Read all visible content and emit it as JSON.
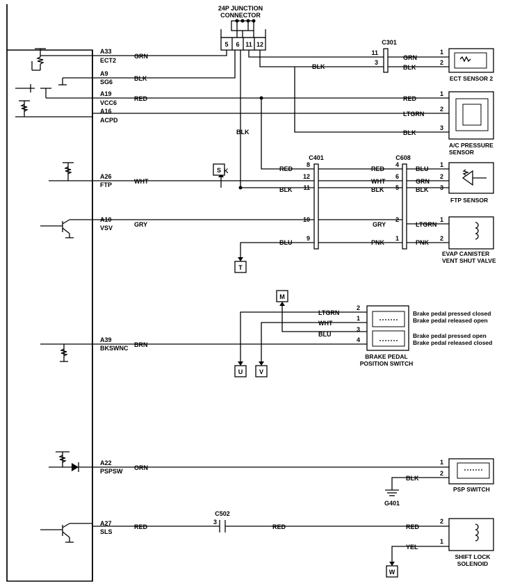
{
  "junction": {
    "title1": "24P JUNCTION",
    "title2": "CONNECTOR",
    "pins": [
      "5",
      "6",
      "11",
      "12"
    ]
  },
  "ecm": [
    {
      "pin": "A33",
      "name": "ECT2"
    },
    {
      "pin": "A9",
      "name": "SG6"
    },
    {
      "pin": "A19",
      "name": "VCC6"
    },
    {
      "pin": "A16",
      "name": "ACPD"
    },
    {
      "pin": "A26",
      "name": "FTP"
    },
    {
      "pin": "A10",
      "name": "VSV"
    },
    {
      "pin": "A39",
      "name": "BKSWNC"
    },
    {
      "pin": "A22",
      "name": "PSPSW"
    },
    {
      "pin": "A27",
      "name": "SLS"
    }
  ],
  "wire_colors": [
    "GRN",
    "BLK",
    "RED",
    "LTGRN",
    "WHT",
    "GRY",
    "BLU",
    "PNK",
    "BRN",
    "ORN",
    "YEL"
  ],
  "connectors": {
    "c301": {
      "name": "C301",
      "pins": [
        "11",
        "3"
      ]
    },
    "c401": {
      "name": "C401",
      "pins": [
        "8",
        "12",
        "11",
        "10",
        "9"
      ]
    },
    "c608": {
      "name": "C608",
      "pins": [
        "4",
        "6",
        "5",
        "2",
        "1"
      ]
    },
    "c502": {
      "name": "C502",
      "pins": [
        "3"
      ]
    }
  },
  "refs": [
    "S",
    "T",
    "M",
    "U",
    "V",
    "W"
  ],
  "ground": "G401",
  "components": {
    "ect": {
      "name": "ECT SENSOR 2",
      "pins": [
        "1",
        "2"
      ]
    },
    "acp": {
      "name1": "A/C PRESSURE",
      "name2": "SENSOR",
      "pins": [
        "1",
        "2",
        "3"
      ]
    },
    "ftp": {
      "name": "FTP SENSOR",
      "pins": [
        "1",
        "2",
        "3"
      ]
    },
    "evap": {
      "name1": "EVAP CANISTER",
      "name2": "VENT SHUT VALVE",
      "pins": [
        "1",
        "2"
      ]
    },
    "brake": {
      "name1": "BRAKE PEDAL",
      "name2": "POSITION SWITCH",
      "pins": [
        "2",
        "1",
        "3",
        "4"
      ],
      "note1": "Brake pedal pressed  closed",
      "note2": "Brake pedal released  open",
      "note3": "Brake pedal pressed  open",
      "note4": "Brake pedal released  closed"
    },
    "psp": {
      "name": "PSP SWITCH",
      "pins": [
        "1",
        "2"
      ]
    },
    "sls": {
      "name1": "SHIFT LOCK",
      "name2": "SOLENOID",
      "pins": [
        "2",
        "1"
      ]
    }
  }
}
